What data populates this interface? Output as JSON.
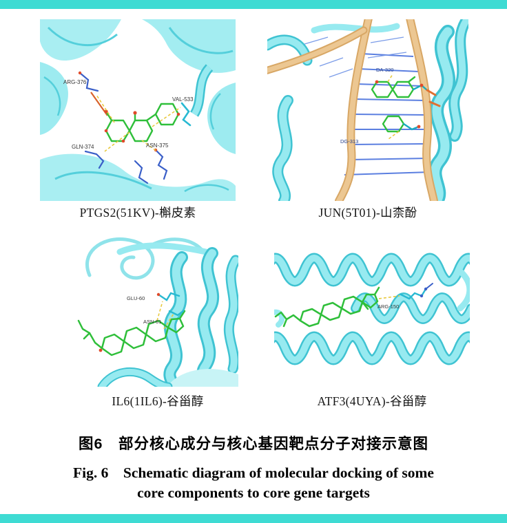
{
  "frame": {
    "color": "#3edbd3"
  },
  "panels": [
    {
      "caption": "PTGS2(51KV)-槲皮素",
      "residues": [
        "ARG-376",
        "VAL-533",
        "GLN-374",
        "ASN-375"
      ]
    },
    {
      "caption": "JUN(5T01)-山柰酚",
      "residues": [
        "DA-320",
        "DG-313"
      ]
    },
    {
      "caption": "IL6(1IL6)-谷甾醇",
      "residues": [
        "GLU-60",
        "ASN-61"
      ]
    },
    {
      "caption": "ATF3(4UYA)-谷甾醇",
      "residues": [
        "ARG-150"
      ]
    }
  ],
  "figure": {
    "caption_zh": "图6　部分核心成分与核心基因靶点分子对接示意图",
    "caption_en_line1": "Fig. 6　Schematic diagram of molecular docking of some",
    "caption_en_line2": "core components to core gene targets"
  },
  "colors": {
    "ribbon_fill": "#a9eef2",
    "ribbon_light": "#97eaf0",
    "ribbon_edge": "#3fc3d2",
    "ligand_green": "#2fbf3a",
    "dna_backbone_tan": "#ecc792",
    "base_pair_blue": "#5b7fe0",
    "hbond_yellow": "#e8c93e",
    "oxygen_red": "#e04a2a",
    "nitrogen_blue": "#3a5fc8"
  }
}
